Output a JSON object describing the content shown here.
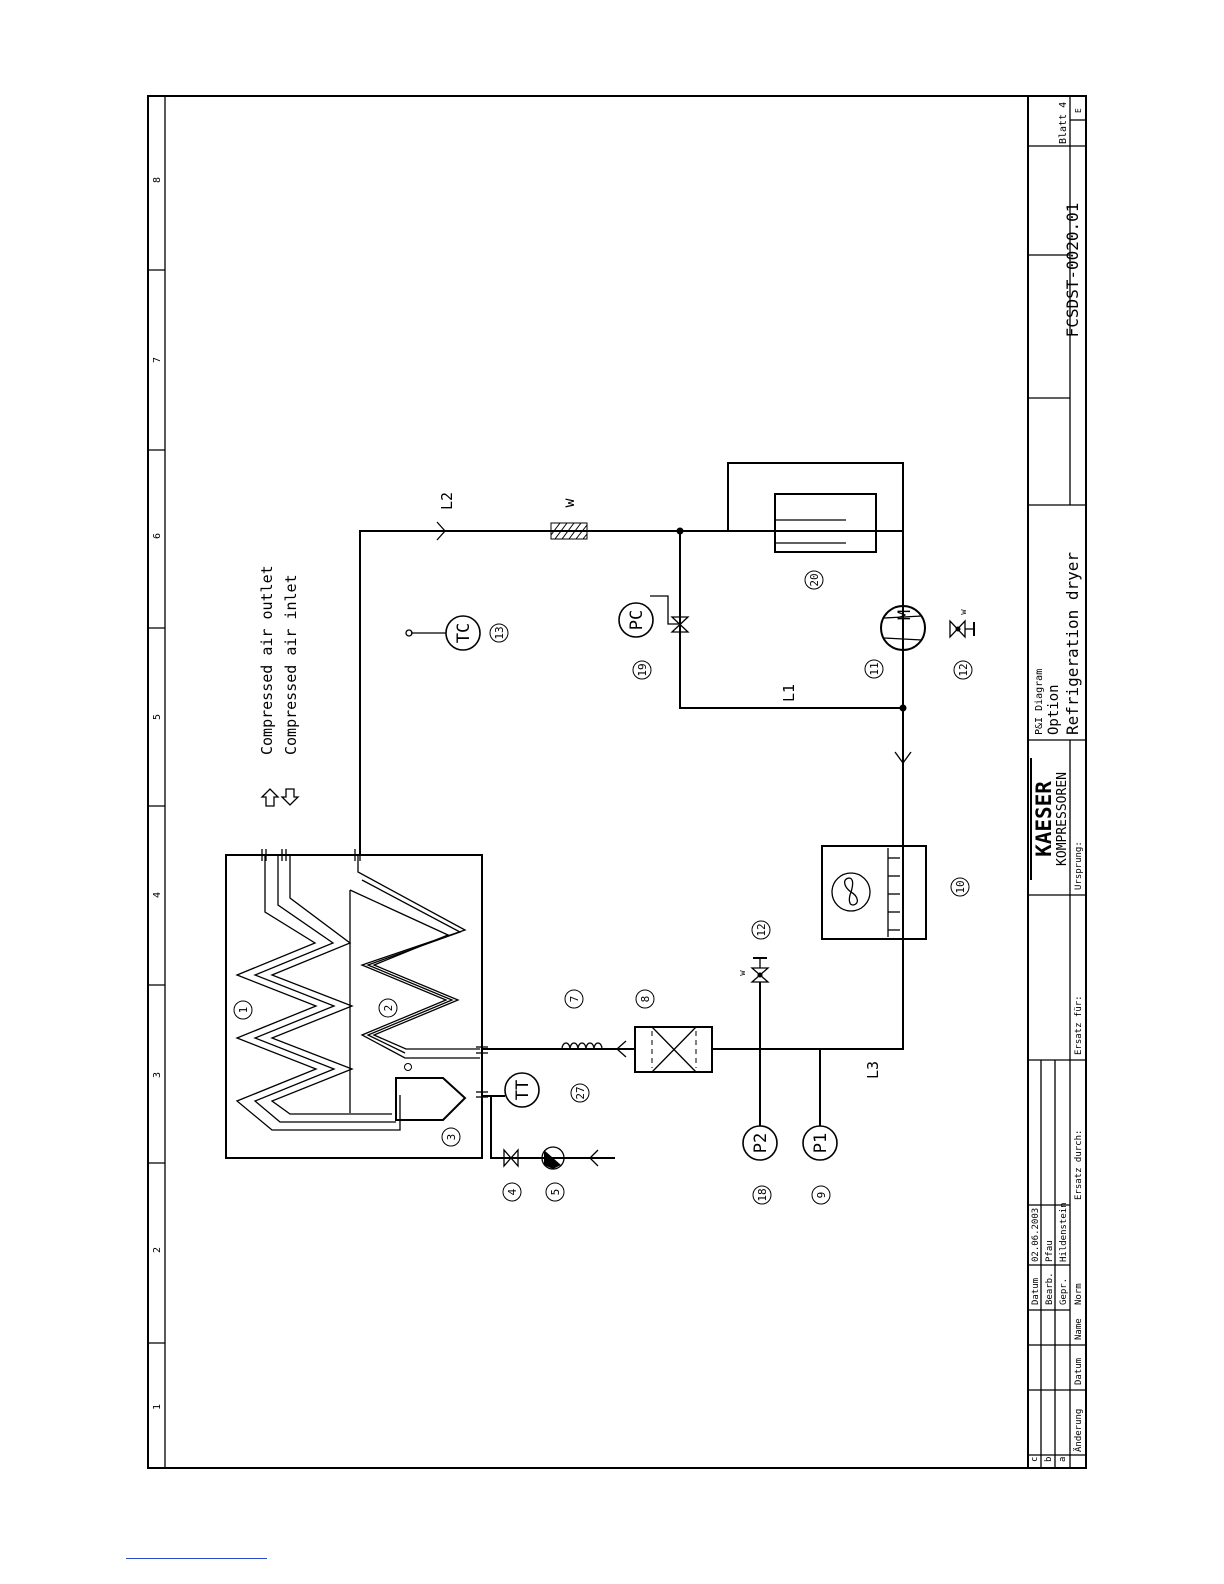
{
  "frame": {
    "zone_numbers": [
      "1",
      "2",
      "3",
      "4",
      "5",
      "6",
      "7",
      "8"
    ]
  },
  "legend": {
    "outlet": "Compressed air outlet",
    "inlet": "Compressed air inlet"
  },
  "lines": {
    "l1": "L1",
    "l2": "L2",
    "l3": "L3",
    "w": "w"
  },
  "instruments": {
    "tc": "TC",
    "pc": "PC",
    "tt": "TT",
    "p1": "P1",
    "p2": "P2",
    "m": "M"
  },
  "components": [
    "1",
    "2",
    "3",
    "4",
    "5",
    "7",
    "8",
    "9",
    "10",
    "11",
    "12",
    "13",
    "18",
    "19",
    "20",
    "27"
  ],
  "title_block": {
    "revisions": [
      "a",
      "b",
      "c"
    ],
    "col_headers": {
      "change": "Änderung",
      "date": "Datum",
      "name": "Name"
    },
    "rows": {
      "datum": {
        "label": "Datum",
        "value": "02.06.2003"
      },
      "bearb": {
        "label": "Bearb.",
        "value": "Pfau"
      },
      "gepr": {
        "label": "Gepr.",
        "value": "Hildenstein"
      },
      "norm": {
        "label": "Norm",
        "value": ""
      }
    },
    "ersatz_durch": "Ersatz durch:",
    "ersatz_fuer": "Ersatz für:",
    "ursprung": "Ursprung:",
    "logo_top": "KAESER",
    "logo_bottom": "KOMPRESSOREN",
    "title_1": "P&I Diagram",
    "title_2": "Option",
    "title_3": "Refrigeration dryer",
    "drawing_no": "FCSDST-0020.01",
    "sheet": "Blatt 4",
    "sheet_rev": "E"
  }
}
